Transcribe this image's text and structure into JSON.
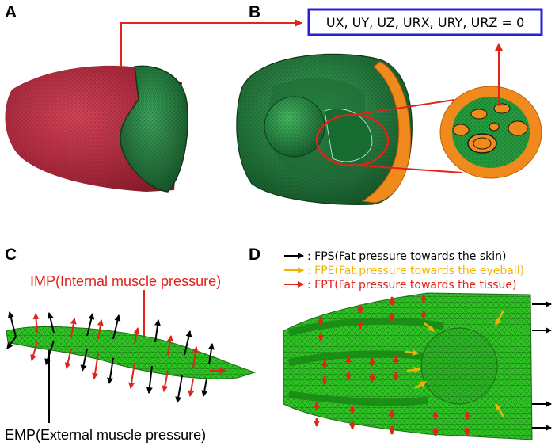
{
  "panels": {
    "a": {
      "letter": "A"
    },
    "b": {
      "letter": "B",
      "boundary_condition": "UX, UY, UZ, URX, URY, URZ = 0"
    },
    "c": {
      "letter": "C",
      "imp_label": "IMP(Internal muscle pressure)",
      "emp_label": "EMP(External muscle pressure)"
    },
    "d": {
      "letter": "D",
      "legend": [
        {
          "text": ": FPS(Fat pressure towards the skin)",
          "color": "#000000"
        },
        {
          "text": ": FPE(Fat pressure towards the eyeball)",
          "color": "#f0b400"
        },
        {
          "text": ": FPT(Fat pressure towards the tissue)",
          "color": "#e0241a"
        }
      ]
    }
  },
  "colors": {
    "red_arrow": "#e0241a",
    "bc_box_border": "#2a1fd6",
    "mesh_red": "#b8223a",
    "mesh_green": "#1f7a3a",
    "mesh_bright_green": "#2fc224",
    "orange": "#f08a1c",
    "yellow_arrow": "#f0b400"
  }
}
